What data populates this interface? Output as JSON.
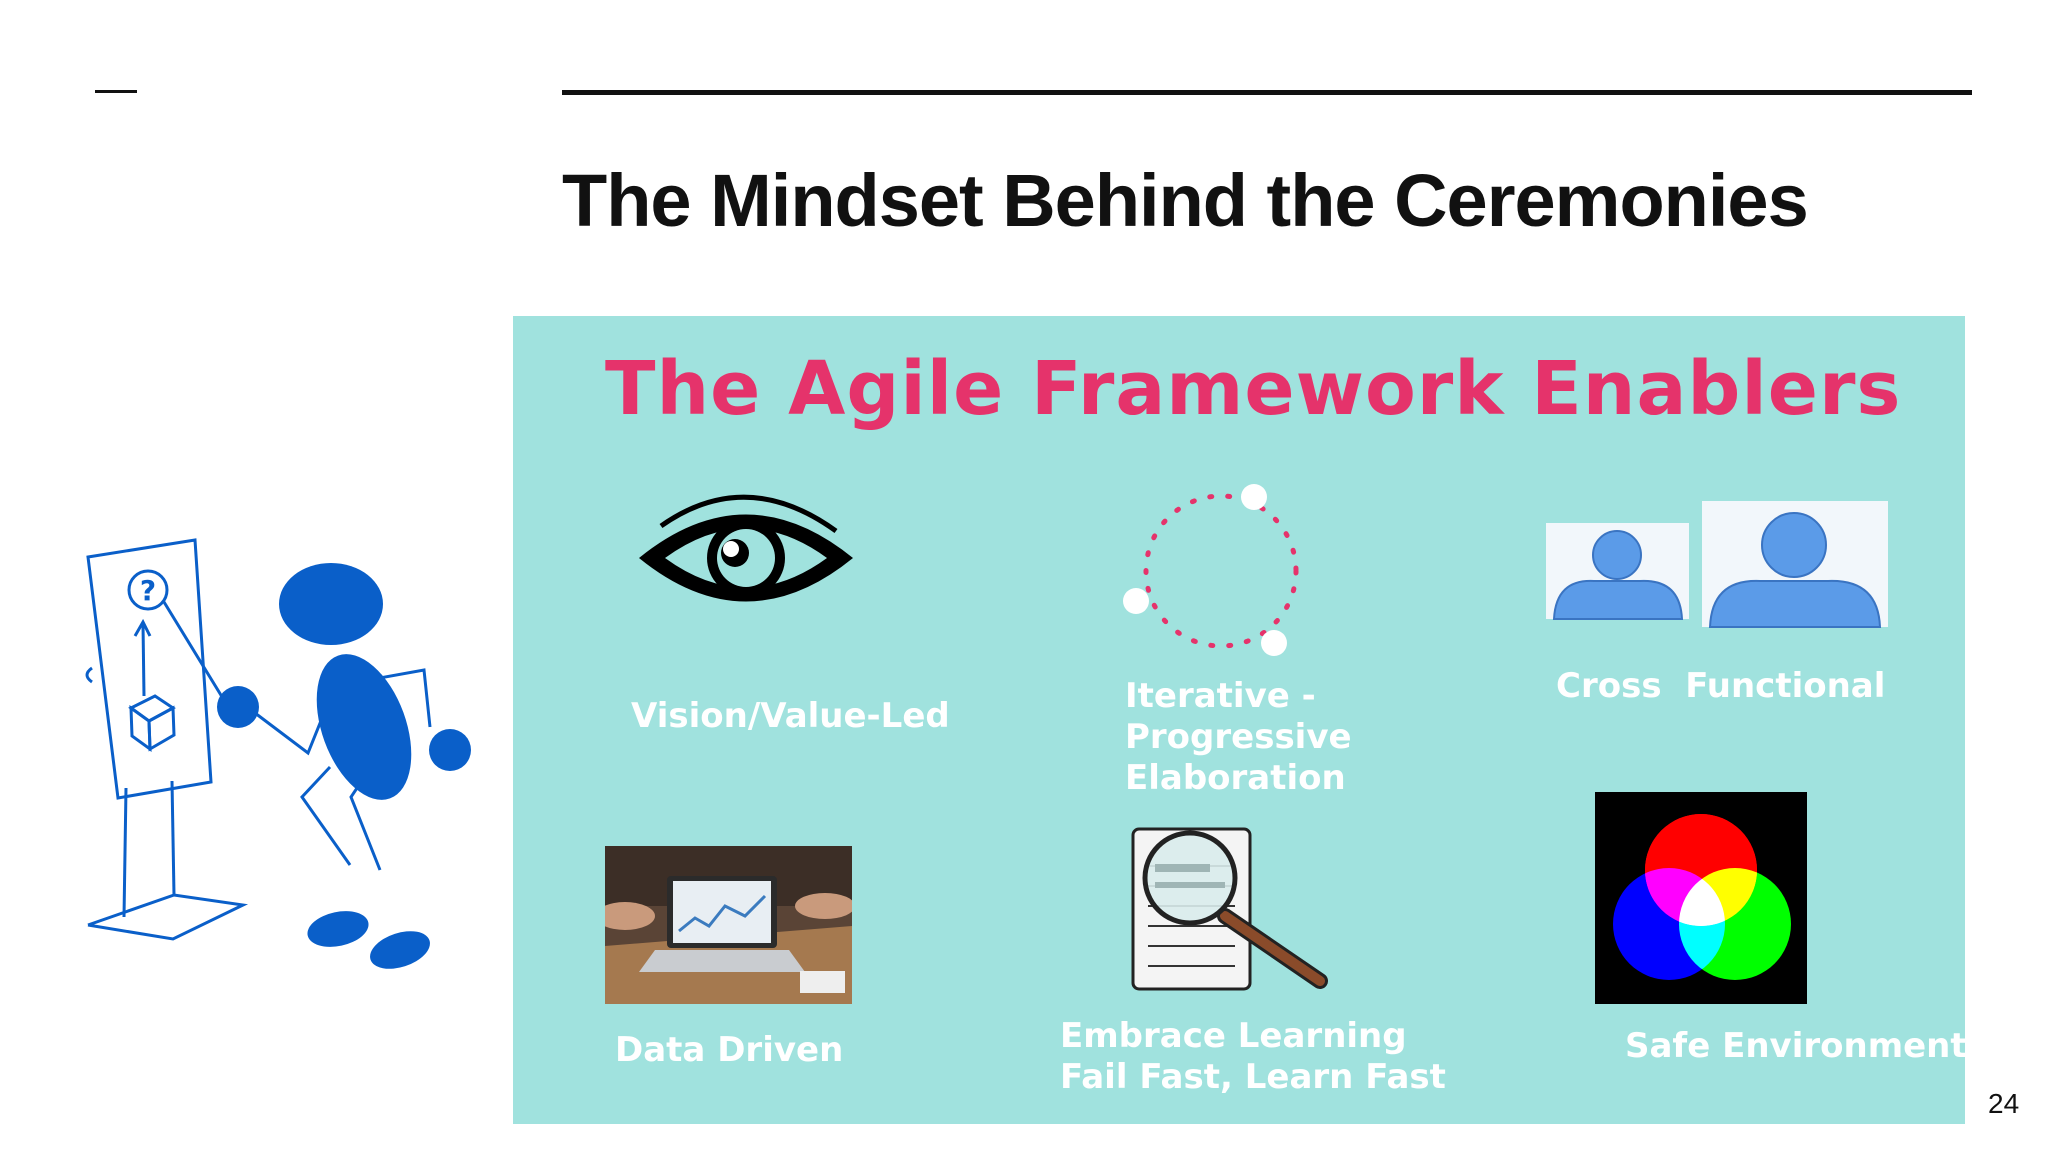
{
  "slide": {
    "title": "The Mindset Behind the Ceremonies",
    "page_number": "24"
  },
  "panel": {
    "heading": "The Agile Framework Enablers",
    "background": "#a0e2de",
    "heading_color": "#e5336b",
    "enablers": [
      {
        "label": "Vision/Value-Led",
        "icon": "eye-icon"
      },
      {
        "label": "Iterative -\nProgressive\nElaboration",
        "icon": "cycle-icon"
      },
      {
        "label": "Cross  Functional",
        "icon": "people-icon"
      },
      {
        "label": "Data Driven",
        "icon": "laptop-photo"
      },
      {
        "label": "Embrace Learning\nFail Fast, Learn Fast",
        "icon": "magnifier-document-icon"
      },
      {
        "label": "Safe Environment",
        "icon": "rgb-circles-icon"
      }
    ]
  },
  "illustration": {
    "icon": "stick-figure-whiteboard-icon",
    "color": "#0a5fc9"
  }
}
